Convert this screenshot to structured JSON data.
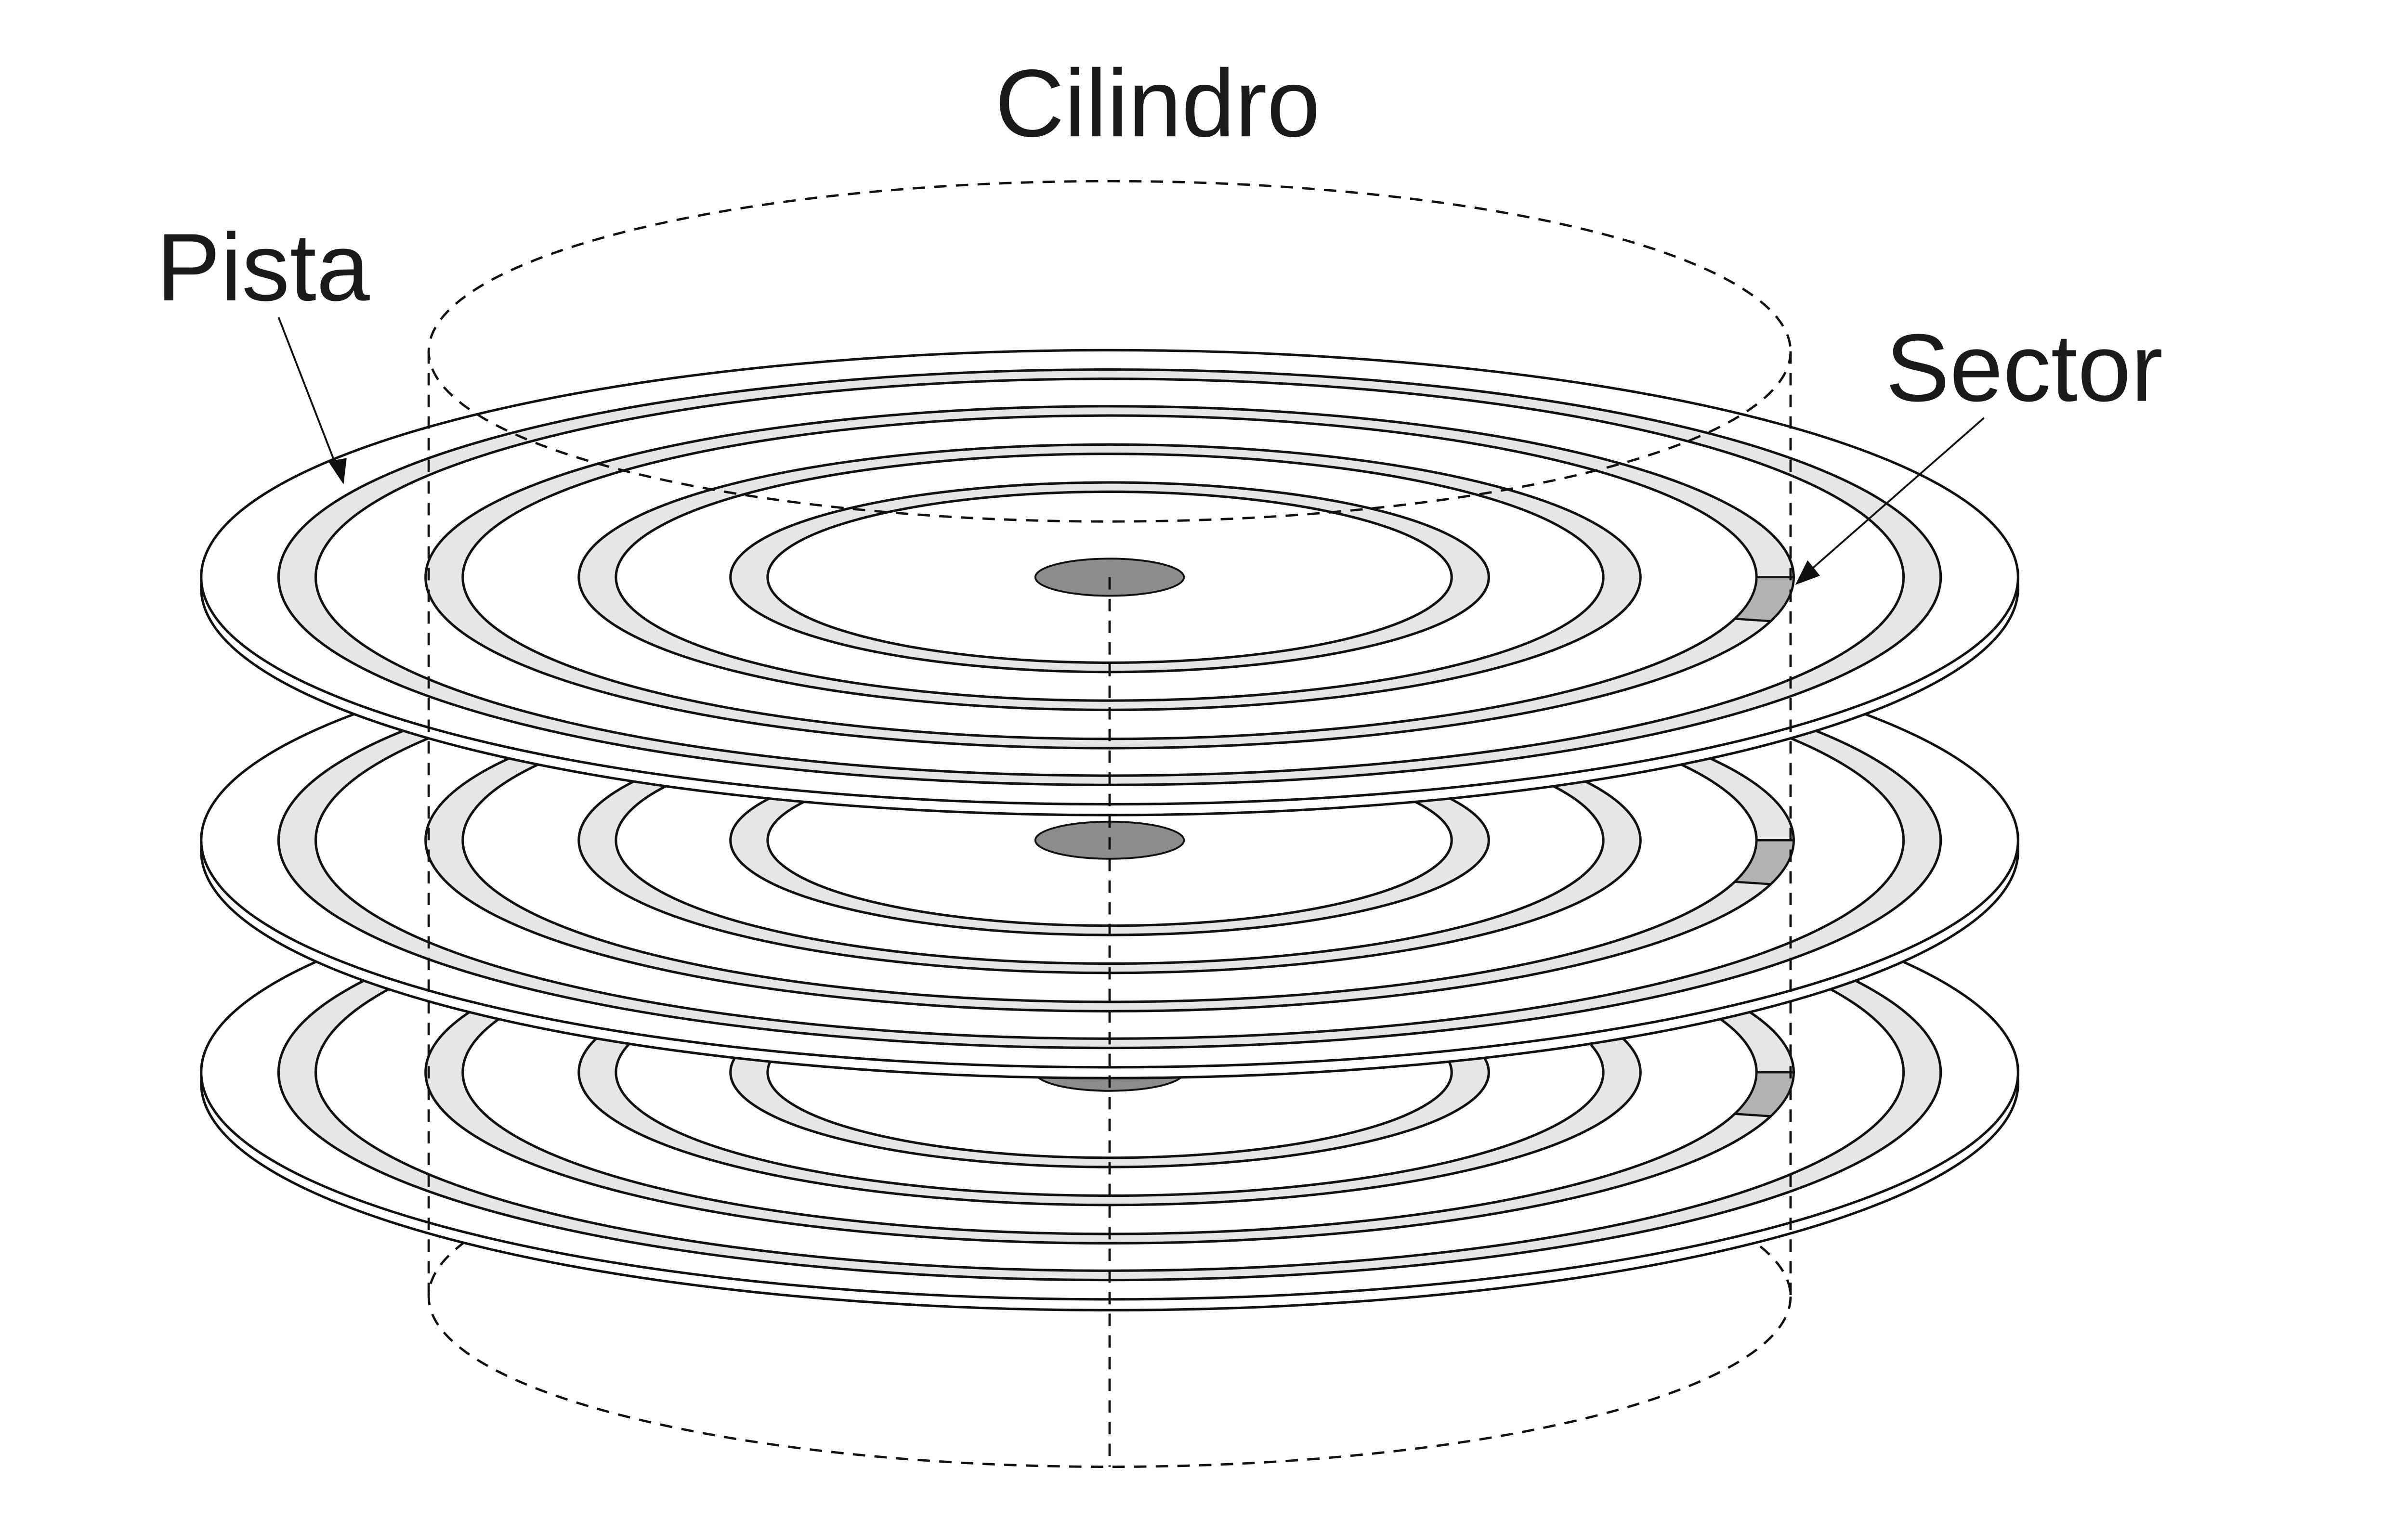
{
  "labels": {
    "cylinder": "Cilindro",
    "track": "Pista",
    "sector": "Sector"
  },
  "platters": 3,
  "colors": {
    "track_band": "#e6e6e6",
    "sector": "#b3b3b3",
    "hub": "#8c8c8c",
    "line": "#111111"
  }
}
